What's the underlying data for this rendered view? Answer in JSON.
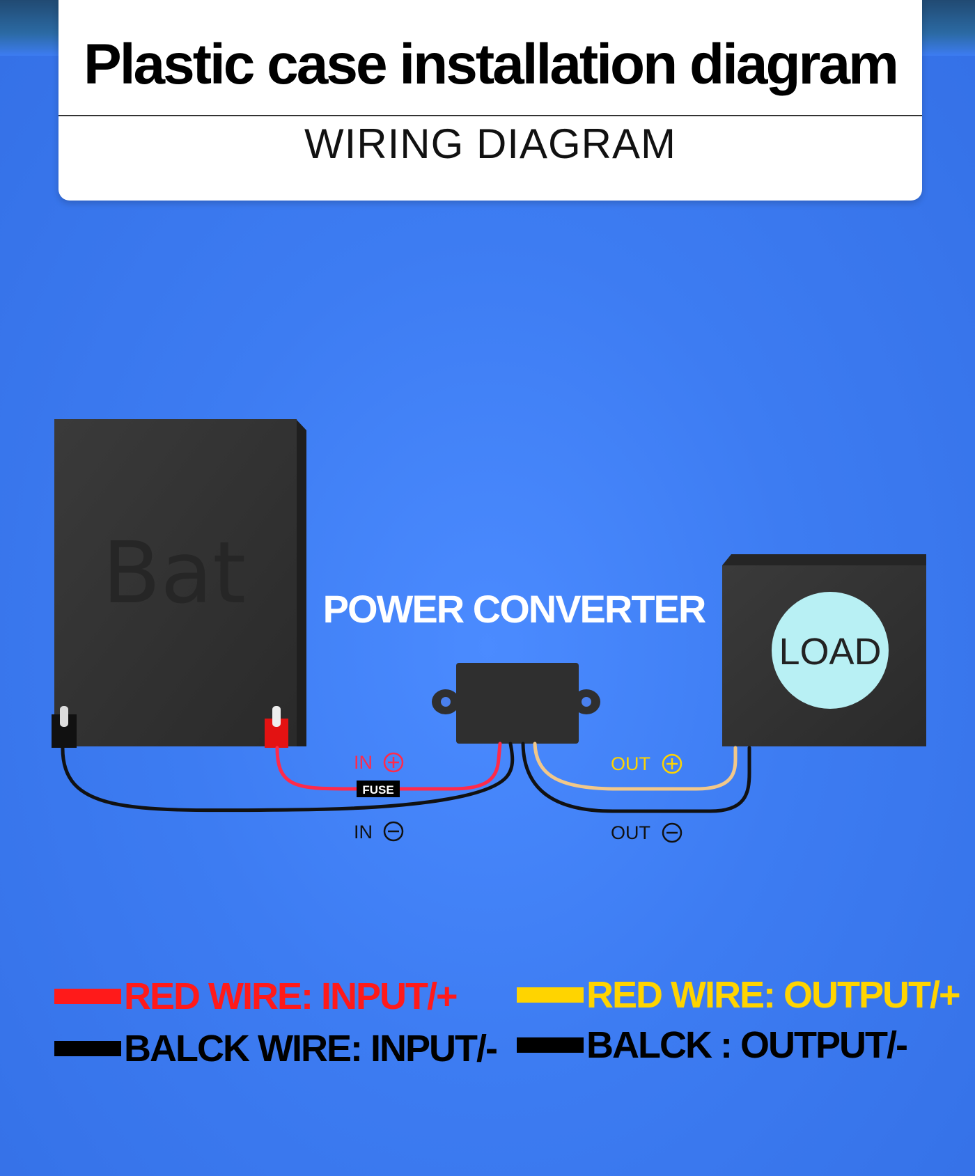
{
  "header": {
    "title": "Plastic case installation diagram",
    "subtitle": "WIRING DIAGRAM"
  },
  "diagram": {
    "battery_label": "Bat",
    "converter_label": "POWER CONVERTER",
    "load_label": "LOAD",
    "in_plus": "IN",
    "in_minus": "IN",
    "out_plus": "OUT",
    "out_minus": "OUT",
    "fuse_label": "FUSE"
  },
  "legend": {
    "red_input": "RED WIRE: INPUT/+",
    "yellow_output": "RED WIRE: OUTPUT/+",
    "black_input": "BALCK WIRE: INPUT/-",
    "black_output": "BALCK : OUTPUT/-"
  },
  "colors": {
    "background": "#3f7ef0",
    "input_positive": "#ff1a1a",
    "output_positive": "#ffd400",
    "negative": "#000000",
    "load_circle": "#b8f0f4"
  }
}
